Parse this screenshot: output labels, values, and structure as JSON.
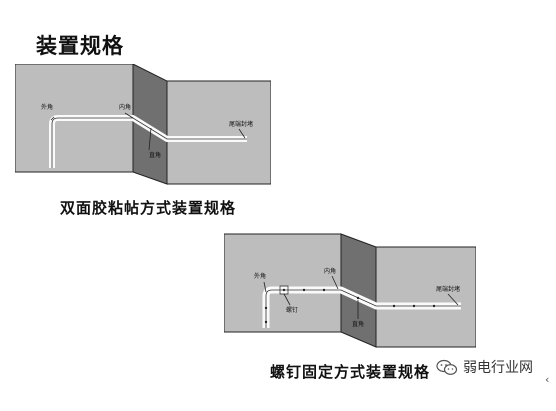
{
  "slide": {
    "title": "装置规格"
  },
  "diagram1": {
    "caption": "双面胶粘帖方式装置规格",
    "labels": {
      "outer_corner": "外角",
      "inner_corner": "内角",
      "straight": "直角",
      "end_cap": "尾端封堵"
    }
  },
  "diagram2": {
    "caption": "螺钉固定方式装置规格",
    "labels": {
      "outer_corner": "外角",
      "screw": "螺钉",
      "inner_corner": "内角",
      "straight": "直角",
      "end_cap": "尾端封堵"
    }
  },
  "watermark": {
    "text": "弱电行业网",
    "icon": "wechat-icon"
  },
  "nav": {
    "back_glyph": "‹"
  }
}
